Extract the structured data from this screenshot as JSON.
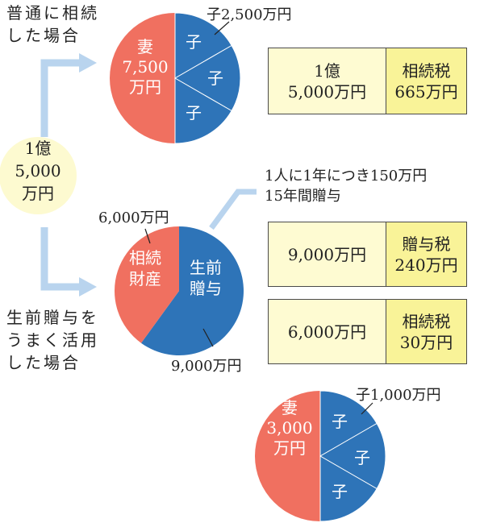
{
  "colors": {
    "spouse": "#f07060",
    "child": "#2e74b8",
    "arrow": "#b9d4ee",
    "total_bubble": "#fdfad0",
    "amount_box": "#fefbd2",
    "tax_box": "#f9f398"
  },
  "labels": {
    "normal": "普通に相続\nした場合",
    "gift_use": "生前贈与を\nうまく活用\nした場合",
    "total": "1億\n5,000\n万円",
    "child_share_top": "子2,500万円",
    "gift_condition": "1人に1年につき150万円\n15年間贈与",
    "estate_amount": "6,000万円",
    "gift_amount": "9,000万円",
    "child_share_bottom": "子1,000万円"
  },
  "boxes": [
    {
      "amount": "1億\n5,000万円",
      "tax": "相続税\n665万円"
    },
    {
      "amount": "9,000万円",
      "tax": "贈与税\n240万円"
    },
    {
      "amount": "6,000万円",
      "tax": "相続税\n30万円"
    }
  ],
  "chart_data": [
    {
      "type": "pie",
      "title": "",
      "slices": [
        {
          "label": "妻\n7,500\n万円",
          "value": 7500,
          "kind": "spouse"
        },
        {
          "label": "子",
          "value": 2500,
          "kind": "child"
        },
        {
          "label": "子",
          "value": 2500,
          "kind": "child"
        },
        {
          "label": "子",
          "value": 2500,
          "kind": "child"
        }
      ]
    },
    {
      "type": "pie",
      "title": "",
      "slices": [
        {
          "label": "生前\n贈与",
          "value": 9000,
          "kind": "child"
        },
        {
          "label": "相続\n財産",
          "value": 6000,
          "kind": "spouse"
        }
      ]
    },
    {
      "type": "pie",
      "title": "",
      "slices": [
        {
          "label": "妻\n3,000\n万円",
          "value": 3000,
          "kind": "spouse"
        },
        {
          "label": "子",
          "value": 1000,
          "kind": "child"
        },
        {
          "label": "子",
          "value": 1000,
          "kind": "child"
        },
        {
          "label": "子",
          "value": 1000,
          "kind": "child"
        }
      ]
    }
  ]
}
